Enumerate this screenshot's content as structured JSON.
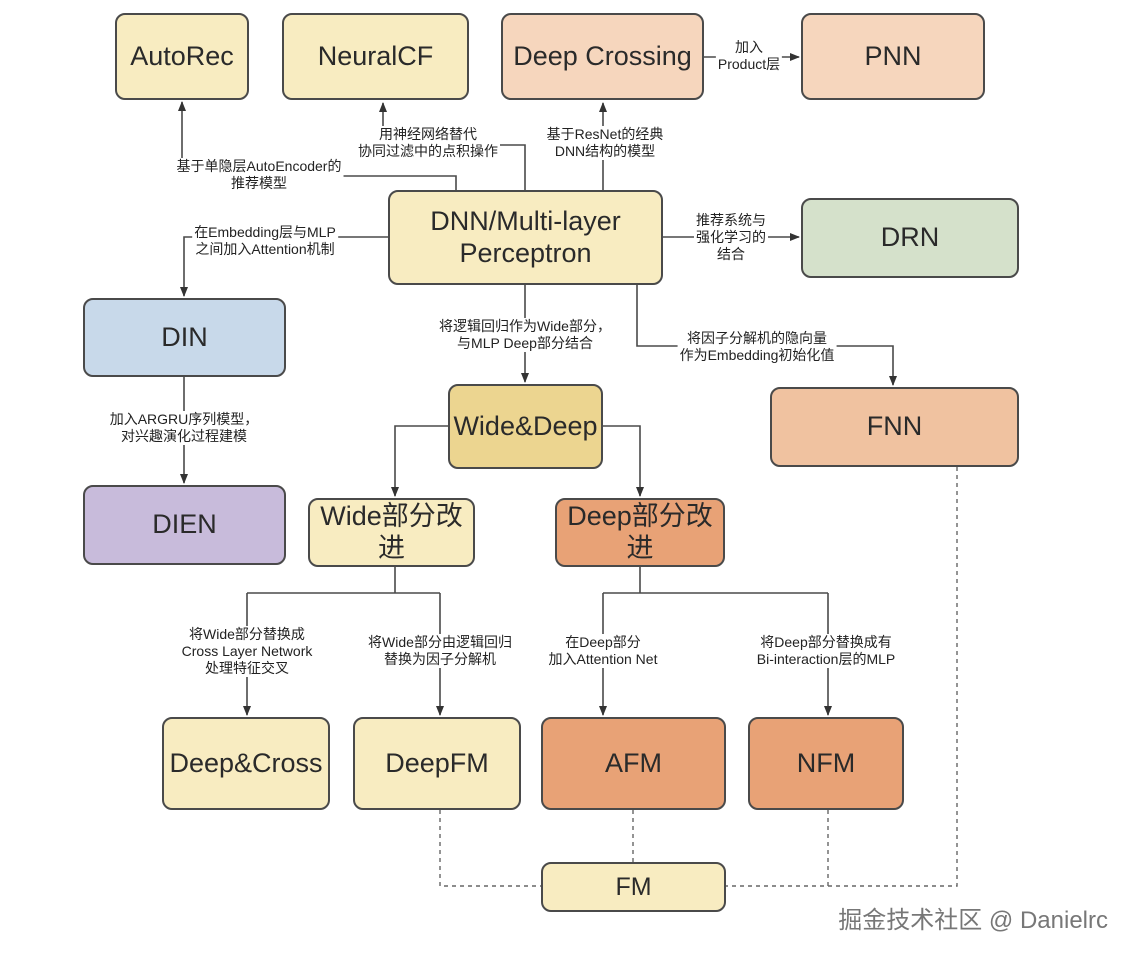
{
  "colors": {
    "yellow_light": "#f8ecc1",
    "yellow_dark": "#ecd590",
    "peach": "#f6d6bd",
    "orange": "#e8a276",
    "orange_light": "#f0c2a0",
    "blue": "#c8d9ea",
    "purple": "#c8bbdb",
    "green": "#d5e1cb",
    "line": "#4a4a4a"
  },
  "nodes": {
    "autorec": "AutoRec",
    "neuralcf": "NeuralCF",
    "deep_crossing": "Deep Crossing",
    "pnn": "PNN",
    "dnn_line1": "DNN/Multi-layer",
    "dnn_line2": "Perceptron",
    "drn": "DRN",
    "din": "DIN",
    "dien": "DIEN",
    "wide_deep": "Wide&Deep",
    "fnn": "FNN",
    "wide_improve": "Wide部分改进",
    "deep_improve": "Deep部分改进",
    "deep_cross": "Deep&Cross",
    "deepfm": "DeepFM",
    "afm": "AFM",
    "nfm": "NFM",
    "fm": "FM"
  },
  "labels": {
    "pnn_1": "加入",
    "pnn_2": "Product层",
    "neuralcf_1": "用神经网络替代",
    "neuralcf_2": "协同过滤中的点积操作",
    "deepcrossing_1": "基于ResNet的经典",
    "deepcrossing_2": "DNN结构的模型",
    "autorec_1": "基于单隐层AutoEncoder的",
    "autorec_2": "推荐模型",
    "din_1": "在Embedding层与MLP",
    "din_2": "之间加入Attention机制",
    "drn_1": "推荐系统与",
    "drn_2": "强化学习的",
    "drn_3": "结合",
    "widedeep_1": "将逻辑回归作为Wide部分，",
    "widedeep_2": "与MLP Deep部分结合",
    "fnn_1": "将因子分解机的隐向量",
    "fnn_2": "作为Embedding初始化值",
    "dien_1": "加入ARGRU序列模型，",
    "dien_2": "对兴趣演化过程建模",
    "deepcross_1": "将Wide部分替换成",
    "deepcross_2": "Cross Layer Network",
    "deepcross_3": "处理特征交叉",
    "deepfm_1": "将Wide部分由逻辑回归",
    "deepfm_2": "替换为因子分解机",
    "afm_1": "在Deep部分",
    "afm_2": "加入Attention Net",
    "nfm_1": "将Deep部分替换成有",
    "nfm_2": "Bi-interaction层的MLP"
  },
  "watermark": "掘金技术社区 @ Danielrc"
}
